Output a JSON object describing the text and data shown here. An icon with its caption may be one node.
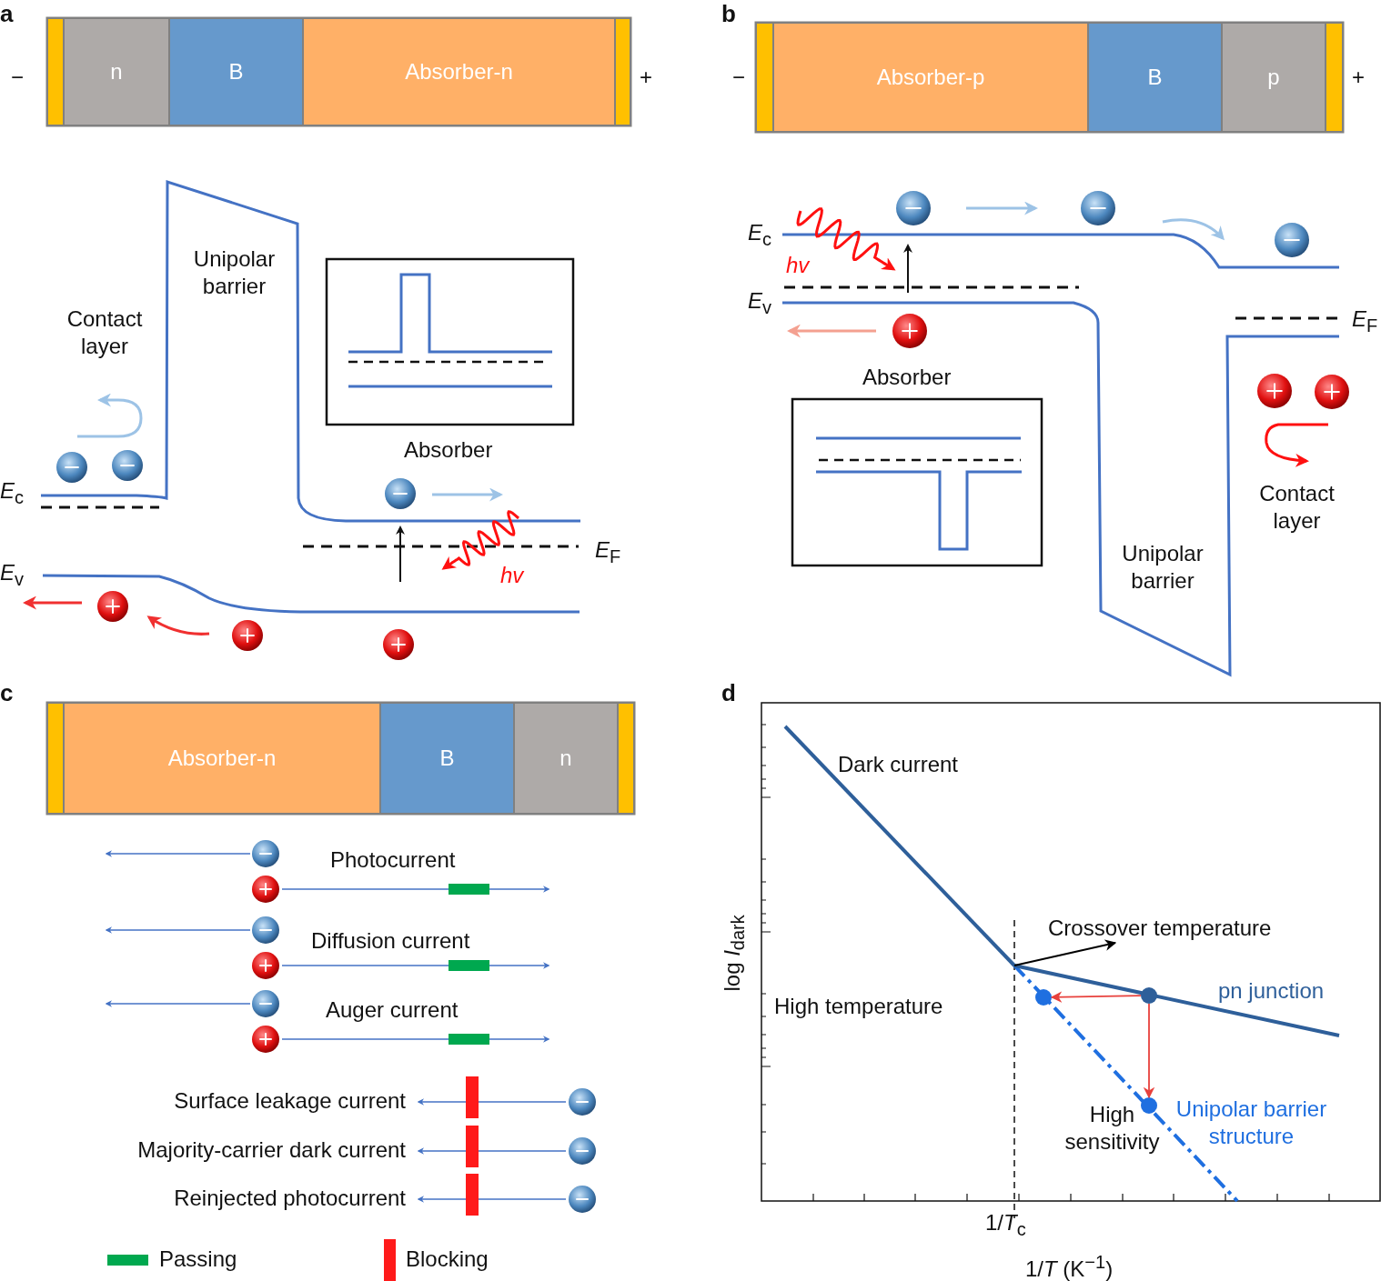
{
  "diagram": {
    "nodes": [
      {
        "text": [],
        "shape": "bar"
      },
      {
        "text": [
          "n"
        ]
      },
      {
        "text": [
          "B"
        ]
      },
      {
        "text": [
          "Absorber-n"
        ]
      },
      {
        "text": [],
        "shape": "bar"
      },
      {
        "text": [],
        "shape": "bar"
      },
      {
        "text": [
          "Absorber-p"
        ]
      },
      {
        "text": [
          "B"
        ]
      },
      {
        "text": [
          "p"
        ]
      },
      {
        "text": [],
        "shape": "bar"
      },
      {
        "text": [],
        "shape": "bar"
      },
      {
        "text": [
          "Absorber-n"
        ]
      },
      {
        "text": [
          "B"
        ]
      },
      {
        "text": [
          "n"
        ]
      },
      {
        "text": [],
        "shape": "bar"
      },
      {
        "text": [
          "Crossover temperature"
        ]
      },
      {
        "text": [],
        "shape": "circle"
      },
      {
        "text": [],
        "shape": "circle"
      },
      {
        "text": [],
        "shape": "circle"
      },
      {
        "text": [],
        "shape": "line"
      }
    ],
    "edges": [
      {
        "from": 19,
        "to": 15,
        "arrow": "to",
        "color": "#000000"
      },
      {
        "from": 16,
        "to": 17,
        "arrow": "to",
        "color": "#e8413c"
      },
      {
        "from": 16,
        "to": 18,
        "arrow": "to",
        "color": "#e8413c"
      }
    ],
    "labels": [
      "a",
      "−",
      "+",
      "Unipolar barrier",
      "Contact layer",
      "Absorber",
      "*E*$_{c}$",
      "*E*$_{F}$",
      "*E*$_{v}$",
      "hv",
      "b",
      "−",
      "+",
      "*E*$_{c}$",
      "hv",
      "*E*$_{v}$",
      "*E*$_{F}$",
      "Absorber",
      "Contact layer",
      "Unipolar barrier",
      "c",
      "Photocurrent",
      "Diffusion current",
      "Auger current",
      "Surface leakage current",
      "Majority-carrier dark current",
      "Reinjected photocurrent",
      "d",
      "Dark current",
      "log *I*$_{dark}$",
      "High temperature",
      "pn junction",
      "High sensitivity",
      "Unipolar barrier structure",
      "1/*T*$_{c}$",
      "1/*T* (K$^{−1}$)"
    ],
    "legend": [
      {
        "text": "Passing",
        "color": "#00a84f"
      },
      {
        "text": "Blocking",
        "color": "#ff1a1a"
      }
    ]
  }
}
